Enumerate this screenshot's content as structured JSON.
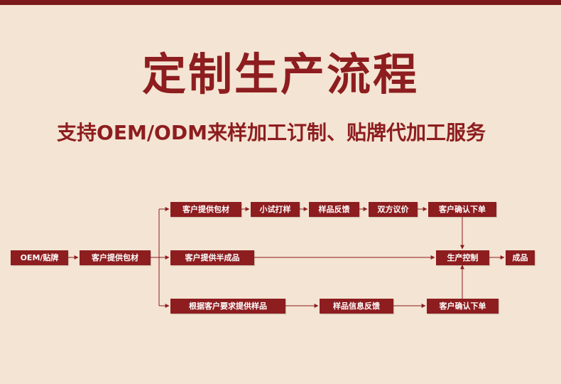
{
  "title": "定制生产流程",
  "subtitle": "支持OEM/ODM来样加工订制、贴牌代加工服务",
  "nodes": {
    "oem": "OEM/贴牌",
    "customer_materials_main": "客户提供包材",
    "customer_materials_top": "客户提供包材",
    "trial_sample": "小试打样",
    "sample_feedback": "样品反馈",
    "negotiation": "双方议价",
    "confirm_order_top": "客户确认下单",
    "semi_finished": "客户提供半成品",
    "production_control": "生产控制",
    "finished_product": "成品",
    "make_samples": "根据客户要求提供样品",
    "sample_info_feedback": "样品信息反馈",
    "confirm_order_bottom": "客户确认下单"
  },
  "colors": {
    "background": "#f4e4d3",
    "accent": "#8d1d1f",
    "top_bar": "#7a1a1b"
  }
}
